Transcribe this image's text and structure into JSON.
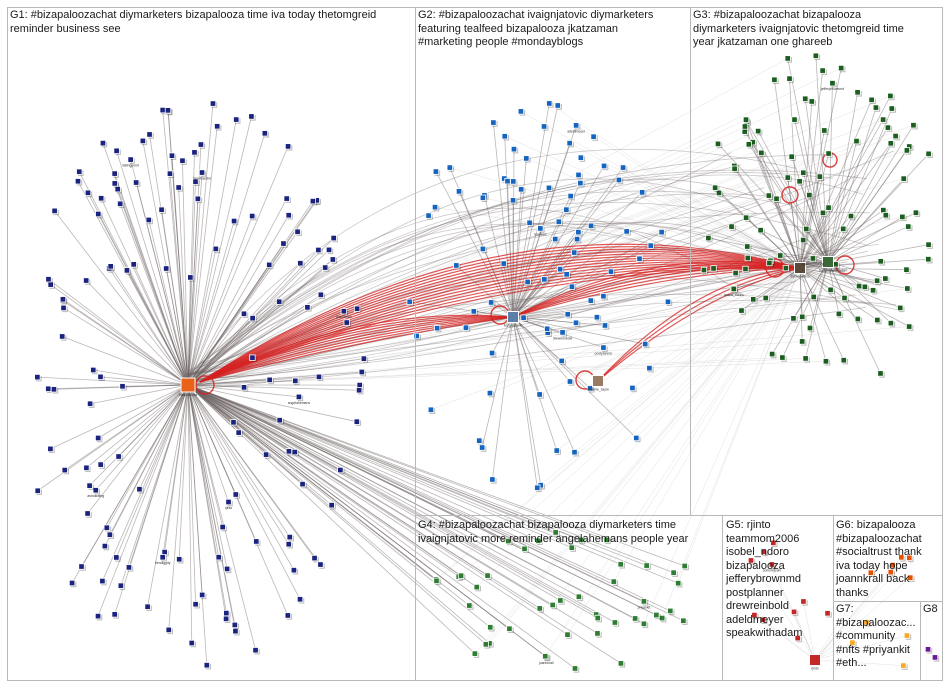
{
  "graph": {
    "groups": [
      {
        "id": "G1",
        "label": "G1: #bizapaloozachat diymarketers bizapalooza time iva today thetomgreid\nreminder business see",
        "accent": "#1a237e"
      },
      {
        "id": "G2",
        "label": "G2: #bizapaloozachat ivaignjatovic diymarketers\nfeaturing tealfeed bizapalooza jkatzaman\n#marketing people #mondayblogs",
        "accent": "#1565c0"
      },
      {
        "id": "G3",
        "label": "G3: #bizapaloozachat bizapalooza\ndiymarketers ivaignjatovic thetomgreid time\nyear jkatzaman one ghareeb",
        "accent": "#1b5e20"
      },
      {
        "id": "G4",
        "label": "G4: #bizapaloozachat bizapalooza diymarketers time\nivaignjatovic more reminder angelahemans people year",
        "accent": "#2e7d32"
      },
      {
        "id": "G5",
        "label": "G5: rjinto\nteammom2006\nisobel_ndoro\nbizapalooza\njefferybrownmd\npostplanner\ndrewreinbold\nadeldmeyer\nspeakwithadam",
        "accent": "#c62828"
      },
      {
        "id": "G6",
        "label": "G6: bizapalooza\n#bizapaloozachat\n#socialtrust thank\niva today hope\njoannkrall back\nthanks",
        "accent": "#e65100"
      },
      {
        "id": "G7",
        "label": "G7:\n#bizapaloozac...\n#community\n#nfts #priyankit\n#eth...",
        "accent": "#f9a825"
      },
      {
        "id": "G8",
        "label": "G8",
        "accent": "#6a1b9a"
      }
    ],
    "hubs": [
      {
        "id": "bizapalooza",
        "label": "bizapalooza",
        "group": "G1",
        "color": "#e8621a"
      },
      {
        "id": "ivaignjatovic",
        "label": "ivaignjatovic",
        "group": "G2",
        "color": "#5b7fa8"
      },
      {
        "id": "melanie_sayre",
        "label": "melanie_sayre",
        "group": "G2",
        "color": "#9a7a60"
      },
      {
        "id": "diymarketers",
        "label": "diymarketers",
        "group": "G3",
        "color": "#5a4a3a"
      },
      {
        "id": "thetomgreid",
        "label": "thetomgreid",
        "group": "G3",
        "color": "#3a6a3a"
      },
      {
        "id": "rjinto",
        "label": "rjinto",
        "group": "G5",
        "color": "#c62828"
      }
    ],
    "node_labels": [
      "fallingpoint",
      "ashokratbg",
      "angelahemans",
      "fanofcandid",
      "bendiggity",
      "rjinto",
      "jkatzaman",
      "tealfeed",
      "postplanner",
      "drewreinbold",
      "adeldmeyer",
      "speakwithadam",
      "teammom2006",
      "isobel_ndoro",
      "jefferybrownmd",
      "joannkrall",
      "priyankit",
      "sorinmizrahi"
    ]
  }
}
